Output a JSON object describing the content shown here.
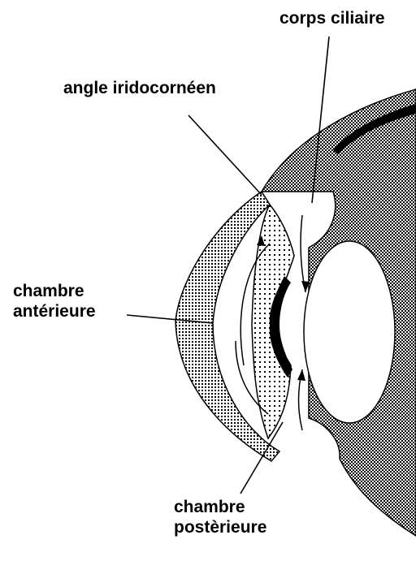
{
  "labels": {
    "corps_ciliaire": "corps ciliaire",
    "angle": "angle iridocornéen",
    "chambre_anterieure_l1": "chambre",
    "chambre_anterieure_l2": "antérieure",
    "chambre_posterieure_l1": "chambre",
    "chambre_posterieure_l2": "postèrieure"
  },
  "colors": {
    "ink": "#000000",
    "paper": "#ffffff"
  }
}
